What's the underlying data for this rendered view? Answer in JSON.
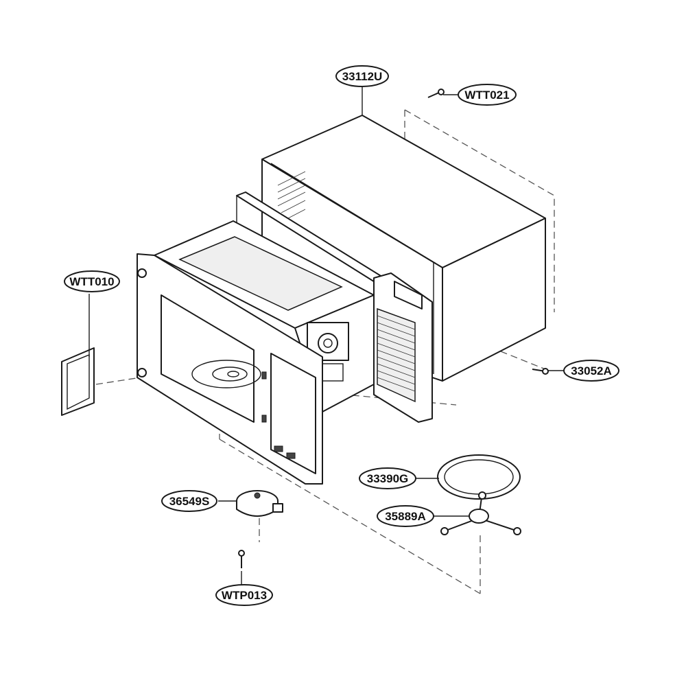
{
  "diagram": {
    "parts": [
      {
        "id": "cabinet",
        "label": "33112U"
      },
      {
        "id": "screw-top",
        "label": "WTT021"
      },
      {
        "id": "screw-right",
        "label": "WTT010"
      },
      {
        "id": "cover-plate",
        "label": "33052A"
      },
      {
        "id": "glass-tray",
        "label": "33390G"
      },
      {
        "id": "roller-guide",
        "label": "35889A"
      },
      {
        "id": "turntable-motor",
        "label": "36549S"
      },
      {
        "id": "motor-screw",
        "label": "WTP013"
      }
    ]
  }
}
